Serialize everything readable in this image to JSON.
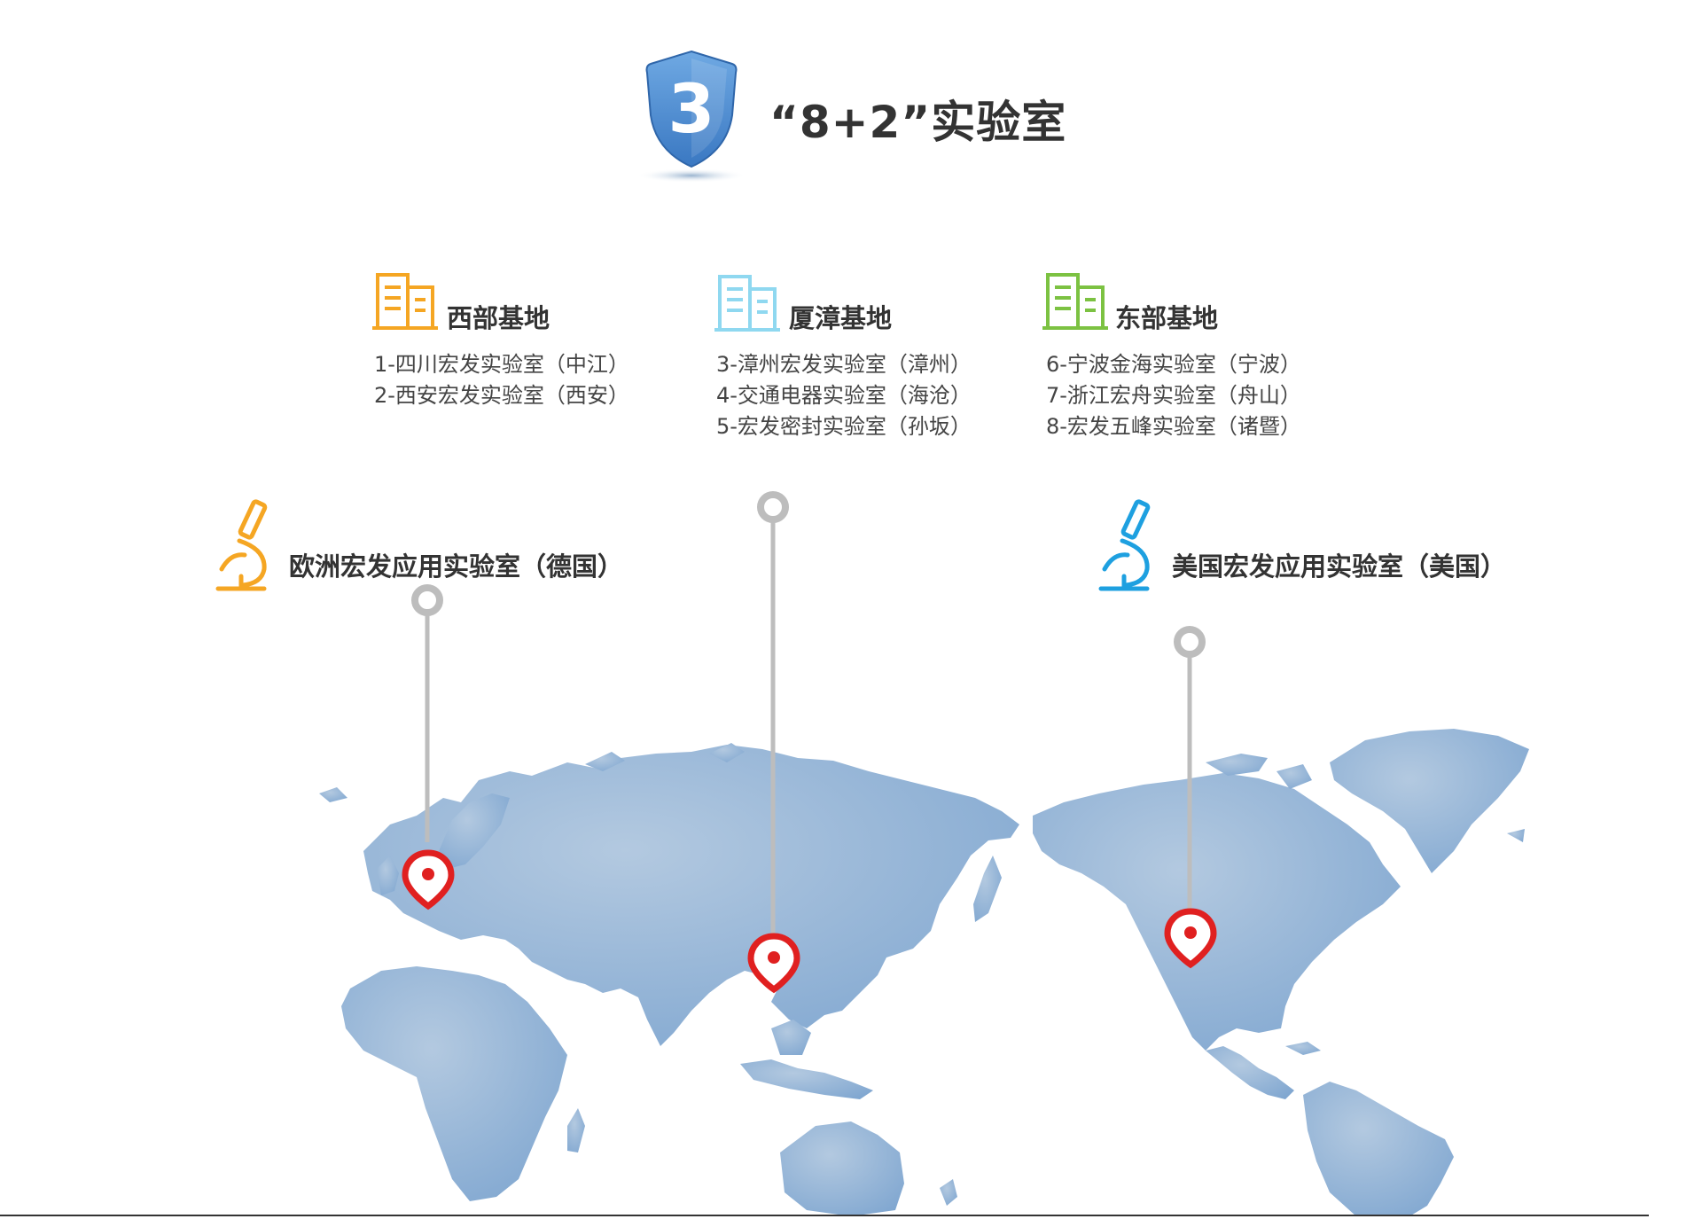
{
  "section": {
    "number": "3",
    "title": "“8+2”实验室",
    "shield_color": "#4f8fd2"
  },
  "bases": [
    {
      "name": "西部基地",
      "color": "#f5a623",
      "labs": [
        "1-四川宏发实验室（中江）",
        "2-西安宏发实验室（西安）"
      ]
    },
    {
      "name": "厦漳基地",
      "color": "#8fd8f0",
      "labs": [
        "3-漳州宏发实验室（漳州）",
        "4-交通电器实验室（海沧）",
        "5-宏发密封实验室（孙坂）"
      ]
    },
    {
      "name": "东部基地",
      "color": "#7cc242",
      "labs": [
        "6-宁波金海实验室（宁波）",
        "7-浙江宏舟实验室（舟山）",
        "8-宏发五峰实验室（诸暨）"
      ]
    }
  ],
  "overseas": [
    {
      "name": "欧洲宏发应用实验室（德国）",
      "icon": "microscope-icon",
      "color": "#f5a623"
    },
    {
      "name": "美国宏发应用实验室（美国）",
      "icon": "microscope-icon",
      "color": "#1ea0e0"
    }
  ],
  "map": {
    "land_color": "#8fb1d6",
    "pin_color": "#e02020",
    "connector_color": "#bdbdbd",
    "pins": [
      {
        "name": "europe-pin"
      },
      {
        "name": "china-pin"
      },
      {
        "name": "usa-pin"
      }
    ]
  }
}
